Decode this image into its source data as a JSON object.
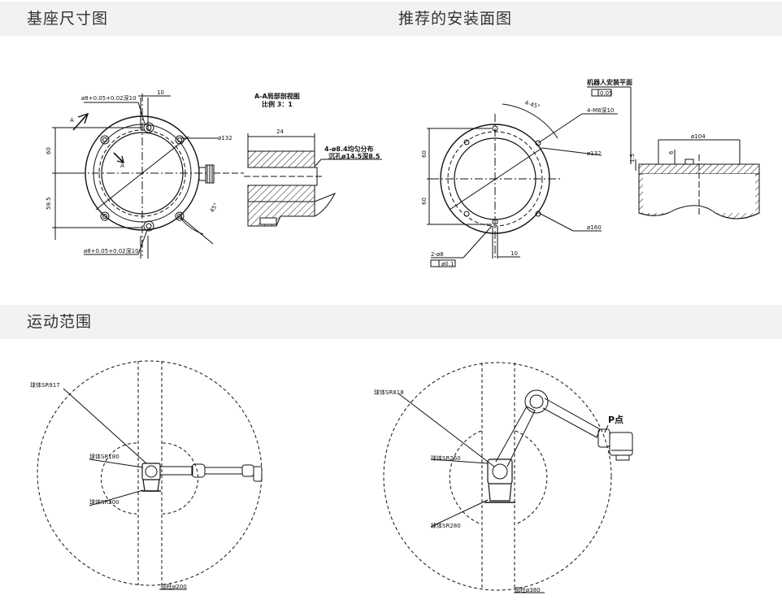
{
  "headers": {
    "base_size": "基座尺寸图",
    "install_surface": "推荐的安装面图",
    "motion_range": "运动范围"
  },
  "base_drawing": {
    "hole_top": "ø8+0.05+0.02深10",
    "hole_bottom": "ø8+0.05+0.02深10",
    "dim_10": "10",
    "dia_132": "ø132",
    "dim_60": "60",
    "dim_59_5": "59.5",
    "angle_45": "45°",
    "section_mark": "A",
    "section_title": "A-A局部剖视图",
    "section_scale": "比例 3：1",
    "dim_24": "24",
    "thread_note_1": "4-ø8.4均匀分布",
    "thread_note_2": "沉孔ø14.5深8.5"
  },
  "install_drawing": {
    "robot_plane": "机器人安装平面",
    "flatness": "0.05",
    "bolt_note": "4-M8深10",
    "angle_note": "4-45°",
    "dia_132": "ø132",
    "dia_160": "ø160",
    "dim_60_top": "60",
    "dim_60_bottom": "60",
    "pin_note": "2-ø8",
    "position_tol": "ø0.1",
    "dim_10": "10",
    "dia_104": "ø104",
    "dim_6": "6",
    "dim_1_5": "1.5"
  },
  "motion_left": {
    "sr917": "球体SR917",
    "sr180": "球体SR180",
    "sr200": "球体SR200",
    "cyl200": "圆柱ø200"
  },
  "motion_right": {
    "sr818": "球体SR818",
    "sr260": "球体SR260",
    "sr280": "球体SR280",
    "cyl380": "圆柱ø380",
    "p_point": "P点"
  }
}
